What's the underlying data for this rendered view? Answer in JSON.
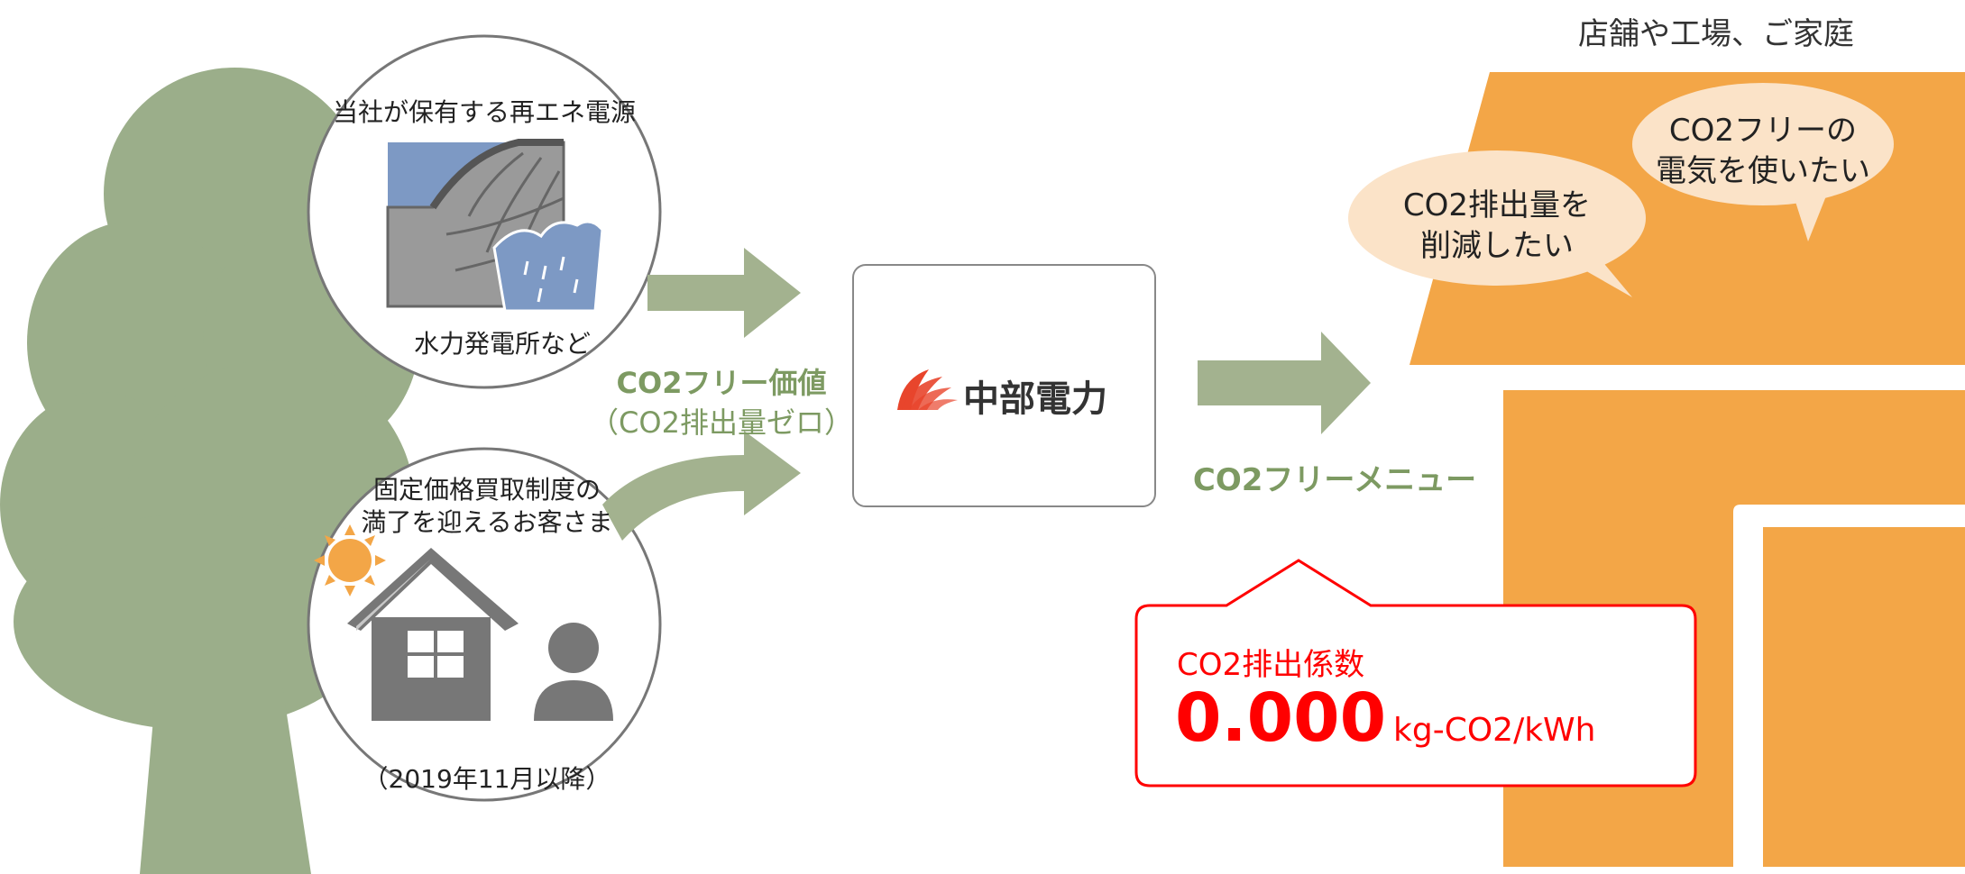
{
  "colors": {
    "tree": "#9bae8a",
    "arrow": "#a3b28f",
    "accent_green": "#7d9a62",
    "orange": "#f3a647",
    "bubble": "#fbe3c8",
    "red": "#ff0000",
    "logo_red": "#e8452c",
    "hydro_blue": "#7d99c4",
    "gray": "#777777"
  },
  "icons": {
    "hydro": "dam-icon",
    "house": "house-icon",
    "sun": "sun-icon",
    "person": "person-icon",
    "logo": "chubu-logo-icon"
  },
  "circle_top": {
    "caption": "当社が保有する再エネ電源",
    "sub_caption": "水力発電所など"
  },
  "circle_bottom": {
    "caption_line1": "固定価格買取制度の",
    "caption_line2": "満了を迎えるお客さま",
    "date_note": "（2019年11月以降）"
  },
  "value_label": {
    "title": "CO2フリー価値",
    "subtitle": "（CO2排出量ゼロ）"
  },
  "company": {
    "name": "中部電力"
  },
  "menu_label": "CO2フリーメニュー",
  "customers": {
    "title": "店舗や工場、ご家庭",
    "bubble1_line1": "CO2排出量を",
    "bubble1_line2": "削減したい",
    "bubble2_line1": "CO2フリーの",
    "bubble2_line2": "電気を使いたい"
  },
  "emission": {
    "label": "CO2排出係数",
    "value": "0.000",
    "unit": "kg-CO2/kWh"
  }
}
